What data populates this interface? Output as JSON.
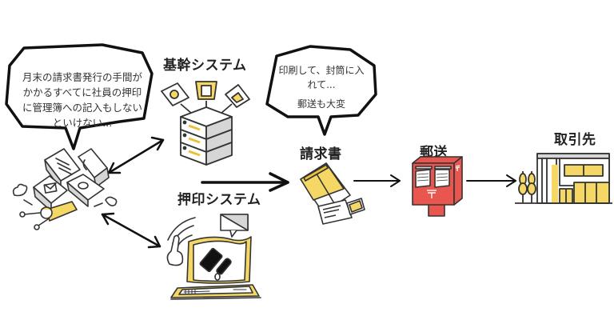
{
  "colors": {
    "accent_yellow": "#f5d765",
    "postbox_red": "#e8564f",
    "line": "#222222",
    "gray": "#d6d6d6"
  },
  "speech_bubbles": {
    "left": {
      "lines": [
        "月末の請求書発行の手間が",
        "かかるすべてに社員の押印",
        "に管理簿への記入もしない",
        "といけない..."
      ]
    },
    "middle": {
      "lines": [
        "印刷して、封筒に入",
        "れて...",
        "郵送も大変"
      ]
    }
  },
  "nodes": {
    "core_system": {
      "label": "基幹システム",
      "icon": "server-stack-icon"
    },
    "stamp_system": {
      "label": "押印システム",
      "icon": "laptop-stamp-icon"
    },
    "invoice": {
      "label": "請求書",
      "icon": "envelope-documents-icon"
    },
    "mail": {
      "label": "郵送",
      "icon": "postbox-icon"
    },
    "client": {
      "label": "取引先",
      "icon": "office-building-icon"
    },
    "worker": {
      "icon": "overwhelmed-worker-icon"
    }
  },
  "flow": [
    "押印システム",
    "請求書",
    "郵送",
    "取引先"
  ]
}
